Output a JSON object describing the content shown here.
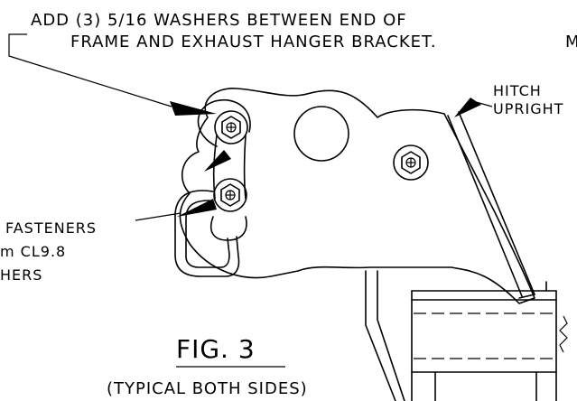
{
  "notes": {
    "washer_line1": "ADD (3) 5/16 WASHERS BETWEEN END OF",
    "washer_line2": "FRAME AND EXHAUST HANGER BRACKET.",
    "clipped_right": "M"
  },
  "labels": {
    "hitch_line1": "HITCH",
    "hitch_line2": "UPRIGHT",
    "fasteners_line1": "FASTENERS",
    "fasteners_line2": "m CL9.8",
    "fasteners_line3": "HERS"
  },
  "caption": {
    "title": "FIG. 3",
    "subtitle": "(TYPICAL BOTH SIDES)"
  }
}
